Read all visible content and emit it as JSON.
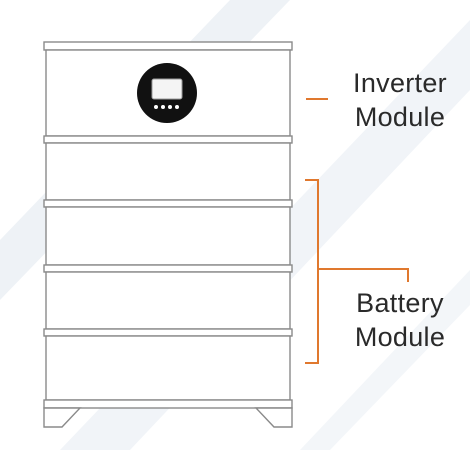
{
  "labels": {
    "inverter": [
      "Inverter",
      "Module"
    ],
    "battery": [
      "Battery",
      "Module"
    ]
  },
  "display": {
    "dots": 4
  },
  "colors": {
    "background": "#ffffff",
    "stripe": "#eef2f6",
    "cabinet_fill": "#ffffff",
    "cabinet_stroke": "#8a8a8a",
    "display_bezel": "#111111",
    "display_screen": "#f4f4f4",
    "bracket": "#e0782e",
    "text": "#2a2a2a"
  }
}
